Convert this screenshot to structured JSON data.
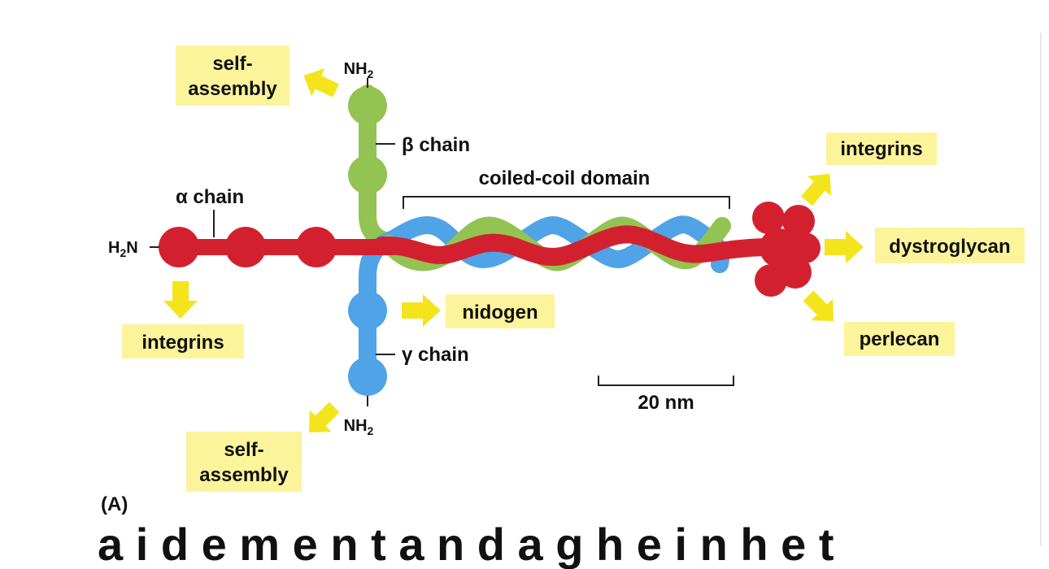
{
  "labels": {
    "self_assembly_top": [
      "self-",
      "assembly"
    ],
    "self_assembly_bottom": [
      "self-",
      "assembly"
    ],
    "nh2_top": "NH",
    "nh2_bottom": "NH",
    "subscript_2": "2",
    "h2n_h": "H",
    "h2n_n": "N",
    "beta_chain": "β chain",
    "alpha_chain": "α chain",
    "gamma_chain": "γ chain",
    "coiled_coil": "coiled-coil domain",
    "integrins_left": "integrins",
    "integrins_right": "integrins",
    "nidogen": "nidogen",
    "dystroglycan": "dystroglycan",
    "perlecan": "perlecan",
    "scale_bar": "20 nm",
    "panel": "(A)",
    "bottom_cut_text": "a i d e m e n t a n d a g h e i n h e t"
  },
  "colors": {
    "alpha_chain": "#d3202f",
    "beta_chain": "#93c353",
    "gamma_chain": "#4fa3e6",
    "label_box": "#fbf49a",
    "arrow": "#f4e41c"
  }
}
